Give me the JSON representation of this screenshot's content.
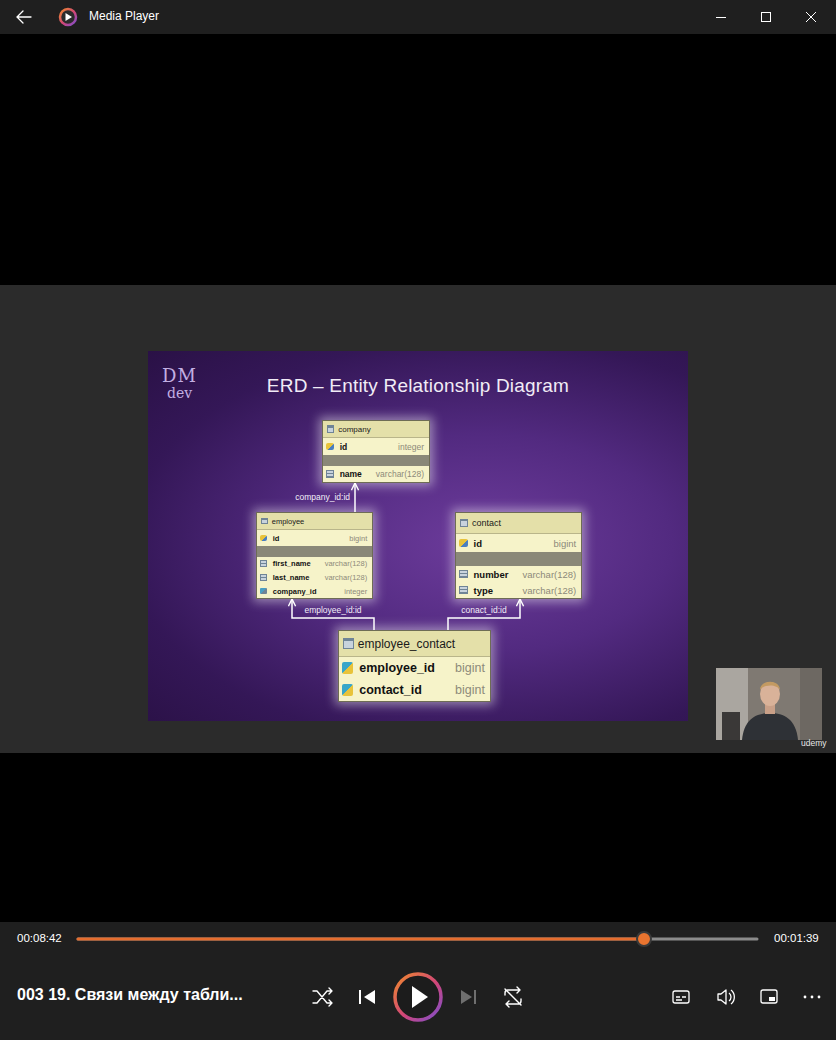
{
  "diagram": {
    "title": "ERD – Entity Relationship Diagram",
    "nodes": [
      {
        "text": [
          "company",
          "id",
          "integer",
          "name",
          "varchar(128)"
        ]
      },
      {
        "text": [
          "employee",
          "id",
          "bigint",
          "first_name",
          "varchar(128)",
          "last_name",
          "varchar(128)",
          "company_id",
          "integer"
        ]
      },
      {
        "text": [
          "contact",
          "id",
          "bigint",
          "number",
          "varchar(128)",
          "type",
          "varchar(128)"
        ]
      },
      {
        "text": [
          "employee_contact",
          "employee_id",
          "bigint",
          "contact_id",
          "bigint"
        ]
      }
    ],
    "edges": [
      {
        "from": 1,
        "to": 0,
        "arrow": "to",
        "label": "company_id:id"
      },
      {
        "from": 3,
        "to": 1,
        "arrow": "to",
        "label": "employee_id:id"
      },
      {
        "from": 3,
        "to": 2,
        "arrow": "to",
        "label": "conact_id:id"
      }
    ],
    "labels": [
      "Media Player",
      "DM",
      "dev",
      "udemy",
      "00:08:42",
      "00:01:39",
      "003 19. Связи между табли..."
    ]
  }
}
